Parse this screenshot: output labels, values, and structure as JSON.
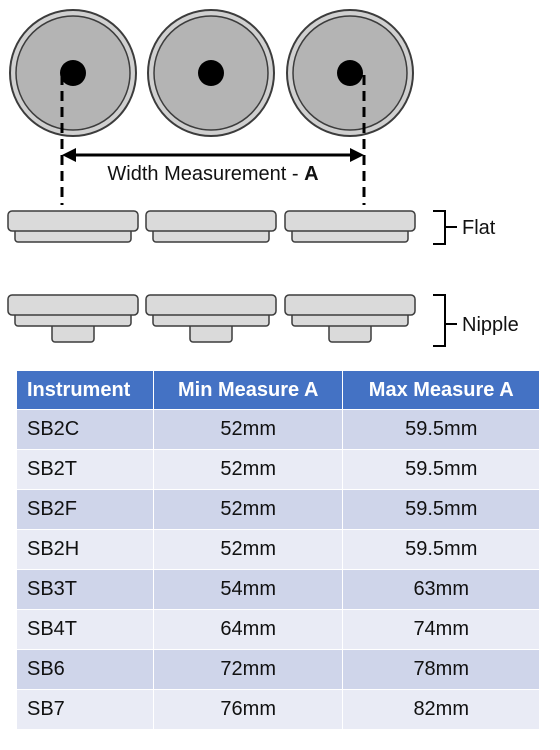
{
  "diagram": {
    "measure_label_prefix": "Width Measurement - ",
    "measure_label_bold": "A",
    "flat_label": "Flat",
    "nipple_label": "Nipple",
    "colors": {
      "disc_fill": "#b4b4b4",
      "disc_edge": "#3c3c3c",
      "pad_fill": "#dadada",
      "header_blue": "#4472c4"
    }
  },
  "table": {
    "headers": [
      "Instrument",
      "Min Measure A",
      "Max Measure A"
    ],
    "rows": [
      [
        "SB2C",
        "52mm",
        "59.5mm"
      ],
      [
        "SB2T",
        "52mm",
        "59.5mm"
      ],
      [
        "SB2F",
        "52mm",
        "59.5mm"
      ],
      [
        "SB2H",
        "52mm",
        "59.5mm"
      ],
      [
        "SB3T",
        "54mm",
        "63mm"
      ],
      [
        "SB4T",
        "64mm",
        "74mm"
      ],
      [
        "SB6",
        "72mm",
        "78mm"
      ],
      [
        "SB7",
        "76mm",
        "82mm"
      ]
    ]
  }
}
